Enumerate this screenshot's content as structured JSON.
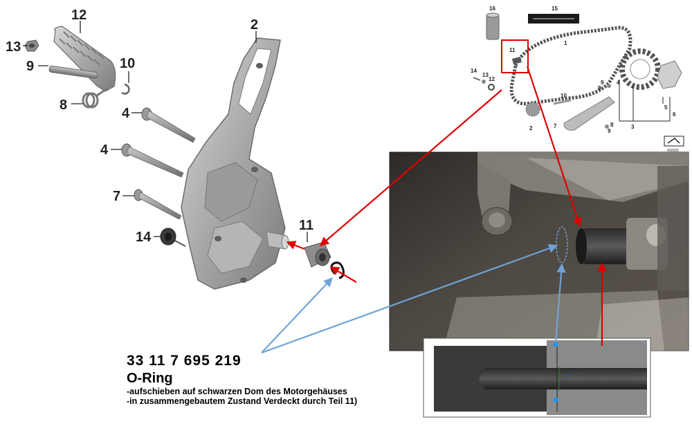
{
  "labels": {
    "l12": "12",
    "l13": "13",
    "l9": "9",
    "l10": "10",
    "l8": "8",
    "l2": "2",
    "l4a": "4",
    "l4b": "4",
    "l7": "7",
    "l14": "14",
    "l11": "11"
  },
  "overview_labels": {
    "o16": "16",
    "o15": "15",
    "o1": "1",
    "o11": "11",
    "o14": "14",
    "o13": "13",
    "o12": "12",
    "o9a": "9",
    "o8a": "8",
    "o4": "4",
    "o5": "5",
    "o6": "6",
    "o3": "3",
    "o10": "10",
    "o7": "7",
    "o8b": "8",
    "o9b": "9",
    "o2": "2",
    "code": "420925"
  },
  "caption": {
    "part_number": "33 11 7 695 219",
    "name": "O-Ring",
    "line1": "-aufschieben auf schwarzen Dom des Motorgehäuses",
    "line2": "-in zusammengebautem Zustand Verdeckt durch Teil 11)"
  },
  "colors": {
    "red_arrow": "#e00000",
    "blue_arrow": "#6fa3d8",
    "part_grey": "#a8a8a8",
    "photo_dark": "#3a3633"
  }
}
